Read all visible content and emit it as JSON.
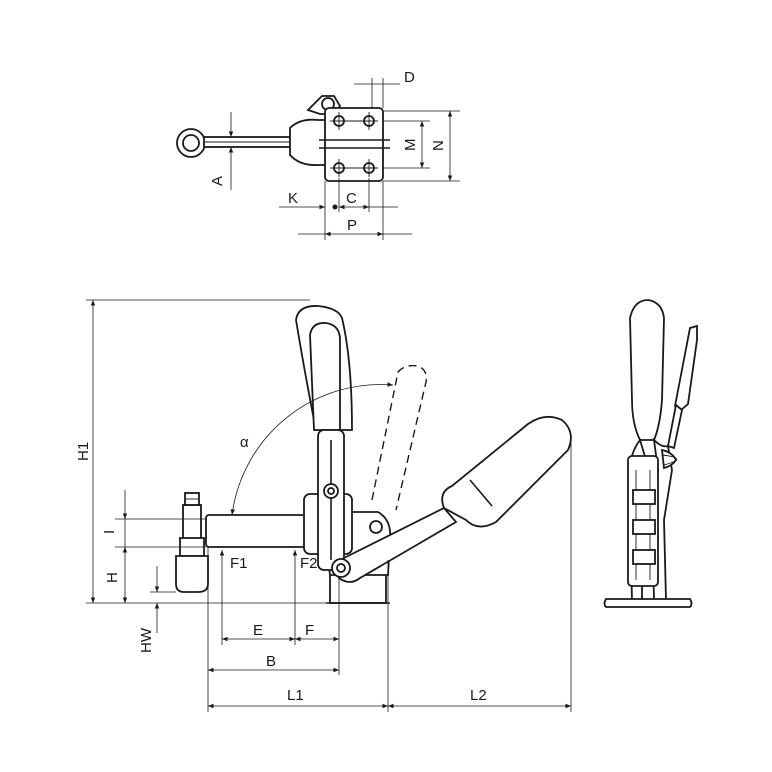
{
  "labels": {
    "D": "D",
    "M": "M",
    "N": "N",
    "A": "A",
    "K": "K",
    "C": "C",
    "P": "P",
    "H1": "H1",
    "alpha": "α",
    "I": "I",
    "H": "H",
    "HW": "HW",
    "F1": "F1",
    "F2": "F2",
    "E": "E",
    "F": "F",
    "B": "B",
    "L1": "L1",
    "L2": "L2"
  }
}
